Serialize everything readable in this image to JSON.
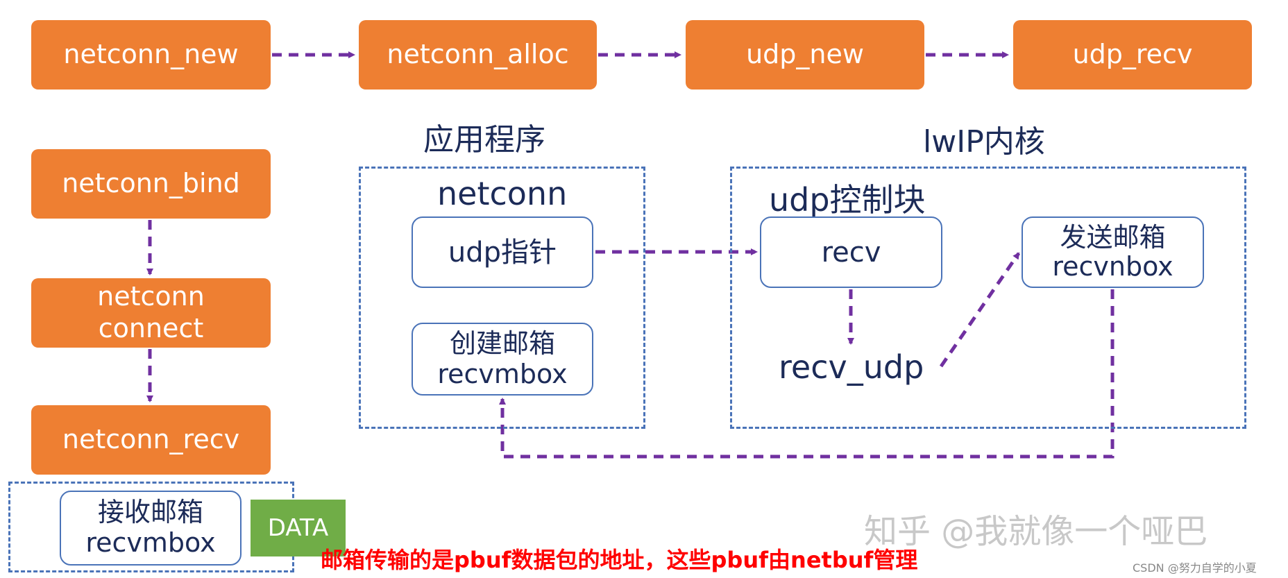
{
  "top_flow": {
    "netconn_new": "netconn_new",
    "netconn_alloc": "netconn_alloc",
    "udp_new": "udp_new",
    "udp_recv": "udp_recv"
  },
  "left_flow": {
    "netconn_bind": "netconn_bind",
    "netconn_connect_line1": "netconn",
    "netconn_connect_line2": "connect",
    "netconn_recv": "netconn_recv"
  },
  "app_region": {
    "title": "应用程序",
    "struct_label": "netconn",
    "udp_pointer": "udp指针",
    "create_mailbox_line1": "创建邮箱",
    "create_mailbox_line2": "recvmbox"
  },
  "kernel_region": {
    "title": "lwIP内核",
    "pcb_label": "udp控制块",
    "recv_field": "recv",
    "recv_udp": "recv_udp",
    "send_mailbox_line1": "发送邮箱",
    "send_mailbox_line2": "recvnbox"
  },
  "receive_region": {
    "mailbox_line1": "接收邮箱",
    "mailbox_line2": "recvmbox",
    "data_tag": "DATA"
  },
  "note": "邮箱传输的是pbuf数据包的地址，这些pbuf由netbuf管理",
  "watermark": "知乎 @我就像一个哑巴",
  "credit": "CSDN @努力自学的小夏",
  "colors": {
    "orange_box": "#ee7f32",
    "outline_blue": "#4a73b8",
    "arrow_purple": "#7030a0",
    "text_navy": "#1c2b58",
    "data_green": "#70ad47",
    "note_red": "#ff0000"
  }
}
